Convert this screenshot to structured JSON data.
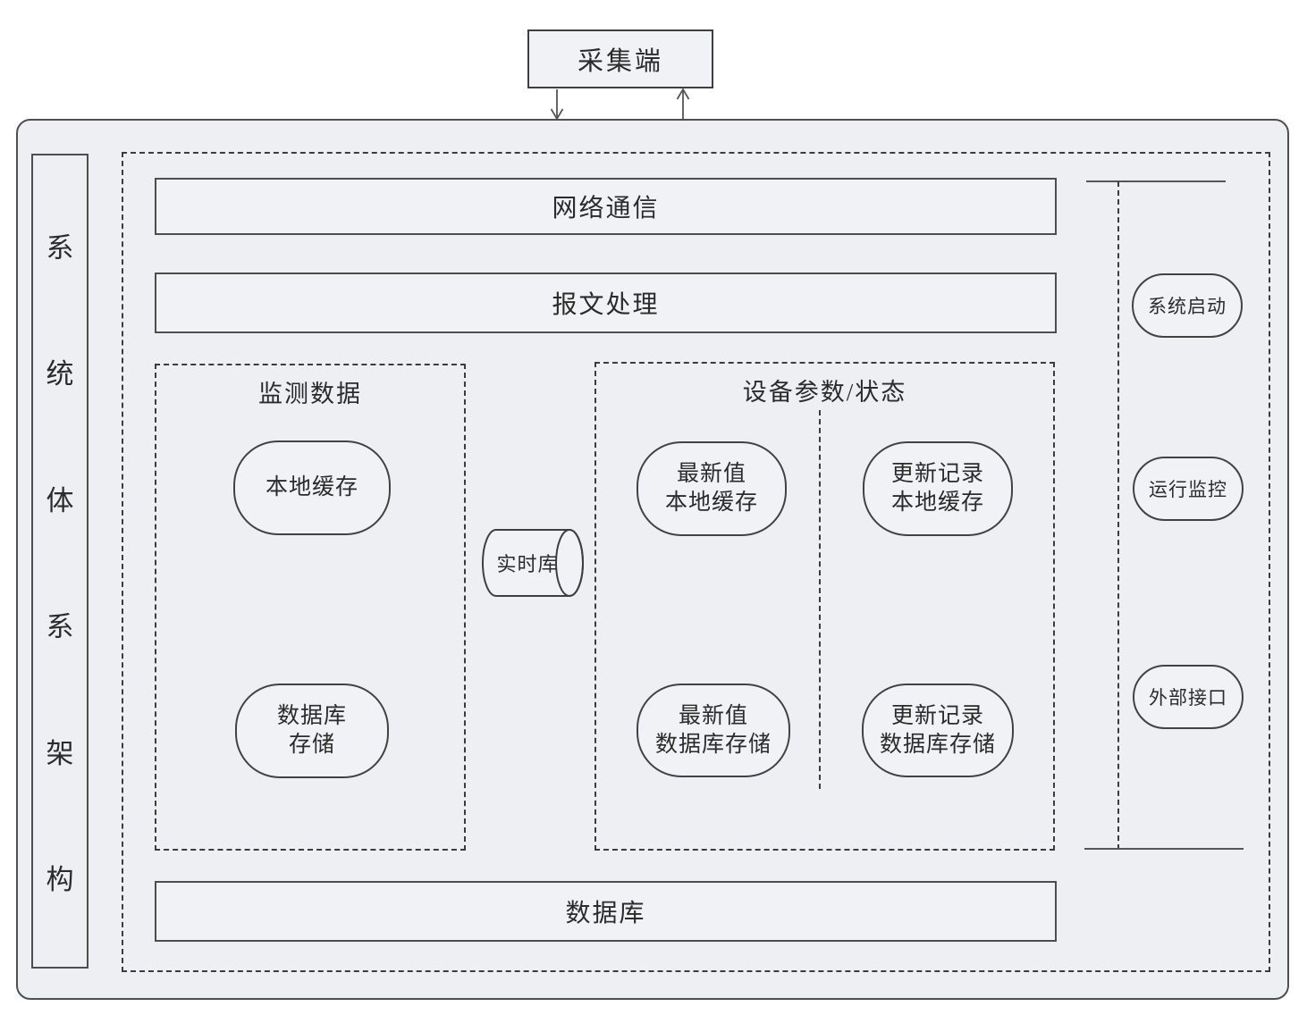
{
  "diagram_title": "系统体系架构",
  "colors": {
    "panel_fill": "#edeff3",
    "element_fill": "#f0f2f6",
    "border_dark": "#4d4d4d",
    "border_dashed": "#3c3c3c",
    "text": "#2b2b2b"
  },
  "collector": {
    "label": "采集端"
  },
  "sidebar": {
    "chars": [
      "系",
      "统",
      "体",
      "系",
      "架",
      "构"
    ]
  },
  "layers": {
    "network": "网络通信",
    "message": "报文处理",
    "database": "数据库"
  },
  "monitoring": {
    "title": "监测数据",
    "local_cache": "本地缓存",
    "db_storage_line1": "数据库",
    "db_storage_line2": "存储"
  },
  "realtime": {
    "label": "实时库"
  },
  "device": {
    "title": "设备参数/状态",
    "nodes": [
      {
        "line1": "最新值",
        "line2": "本地缓存"
      },
      {
        "line1": "更新记录",
        "line2": "本地缓存"
      },
      {
        "line1": "最新值",
        "line2": "数据库存储"
      },
      {
        "line1": "更新记录",
        "line2": "数据库存储"
      }
    ]
  },
  "services": {
    "items": [
      {
        "label": "系统启动"
      },
      {
        "label": "运行监控"
      },
      {
        "label": "外部接口"
      }
    ]
  }
}
